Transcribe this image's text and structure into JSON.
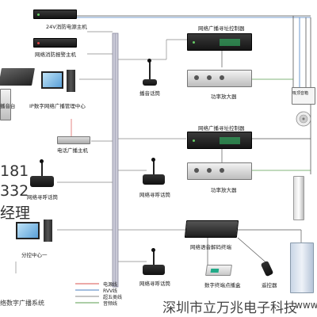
{
  "labels": {
    "power_controller": "24V消防电源主机",
    "fire_alarm_host": "网络消防报警主机",
    "ip_center": "IP数字网络广播管理中心",
    "ctrl_top": "网络广播寻址控制器",
    "mic_top": "播音话筒",
    "amp_top": "功率放大器",
    "ctrl_mid": "网络广播寻址控制器",
    "amp_mid": "功率放大器",
    "phone_host": "电话广播主机",
    "paging_left": "网络寻呼话筒",
    "paging_mid": "网络寻呼话筒",
    "paging_bottom": "网络寻呼话筒",
    "sub_center": "分控中心一",
    "audio_decoder": "网络语音解码终端",
    "digital_player": "数字终端点播盒",
    "remote": "遥控器",
    "ceiling_speaker_box": "吸顶音箱",
    "left_cut_label": "播音台",
    "diagram_title": "络数字广播系统"
  },
  "legend": [
    {
      "label": "电源线",
      "color": "#d9534f"
    },
    {
      "label": "RVV线",
      "color": "#4a7fc1"
    },
    {
      "label": "超五类线",
      "color": "#888888"
    },
    {
      "label": "音频线",
      "color": "#5a9e4f"
    }
  ],
  "watermark": {
    "phone_a": "181",
    "phone_b": "332",
    "manager": "经理",
    "company": "深圳市立万兆电子科技",
    "company_tail": "www"
  }
}
